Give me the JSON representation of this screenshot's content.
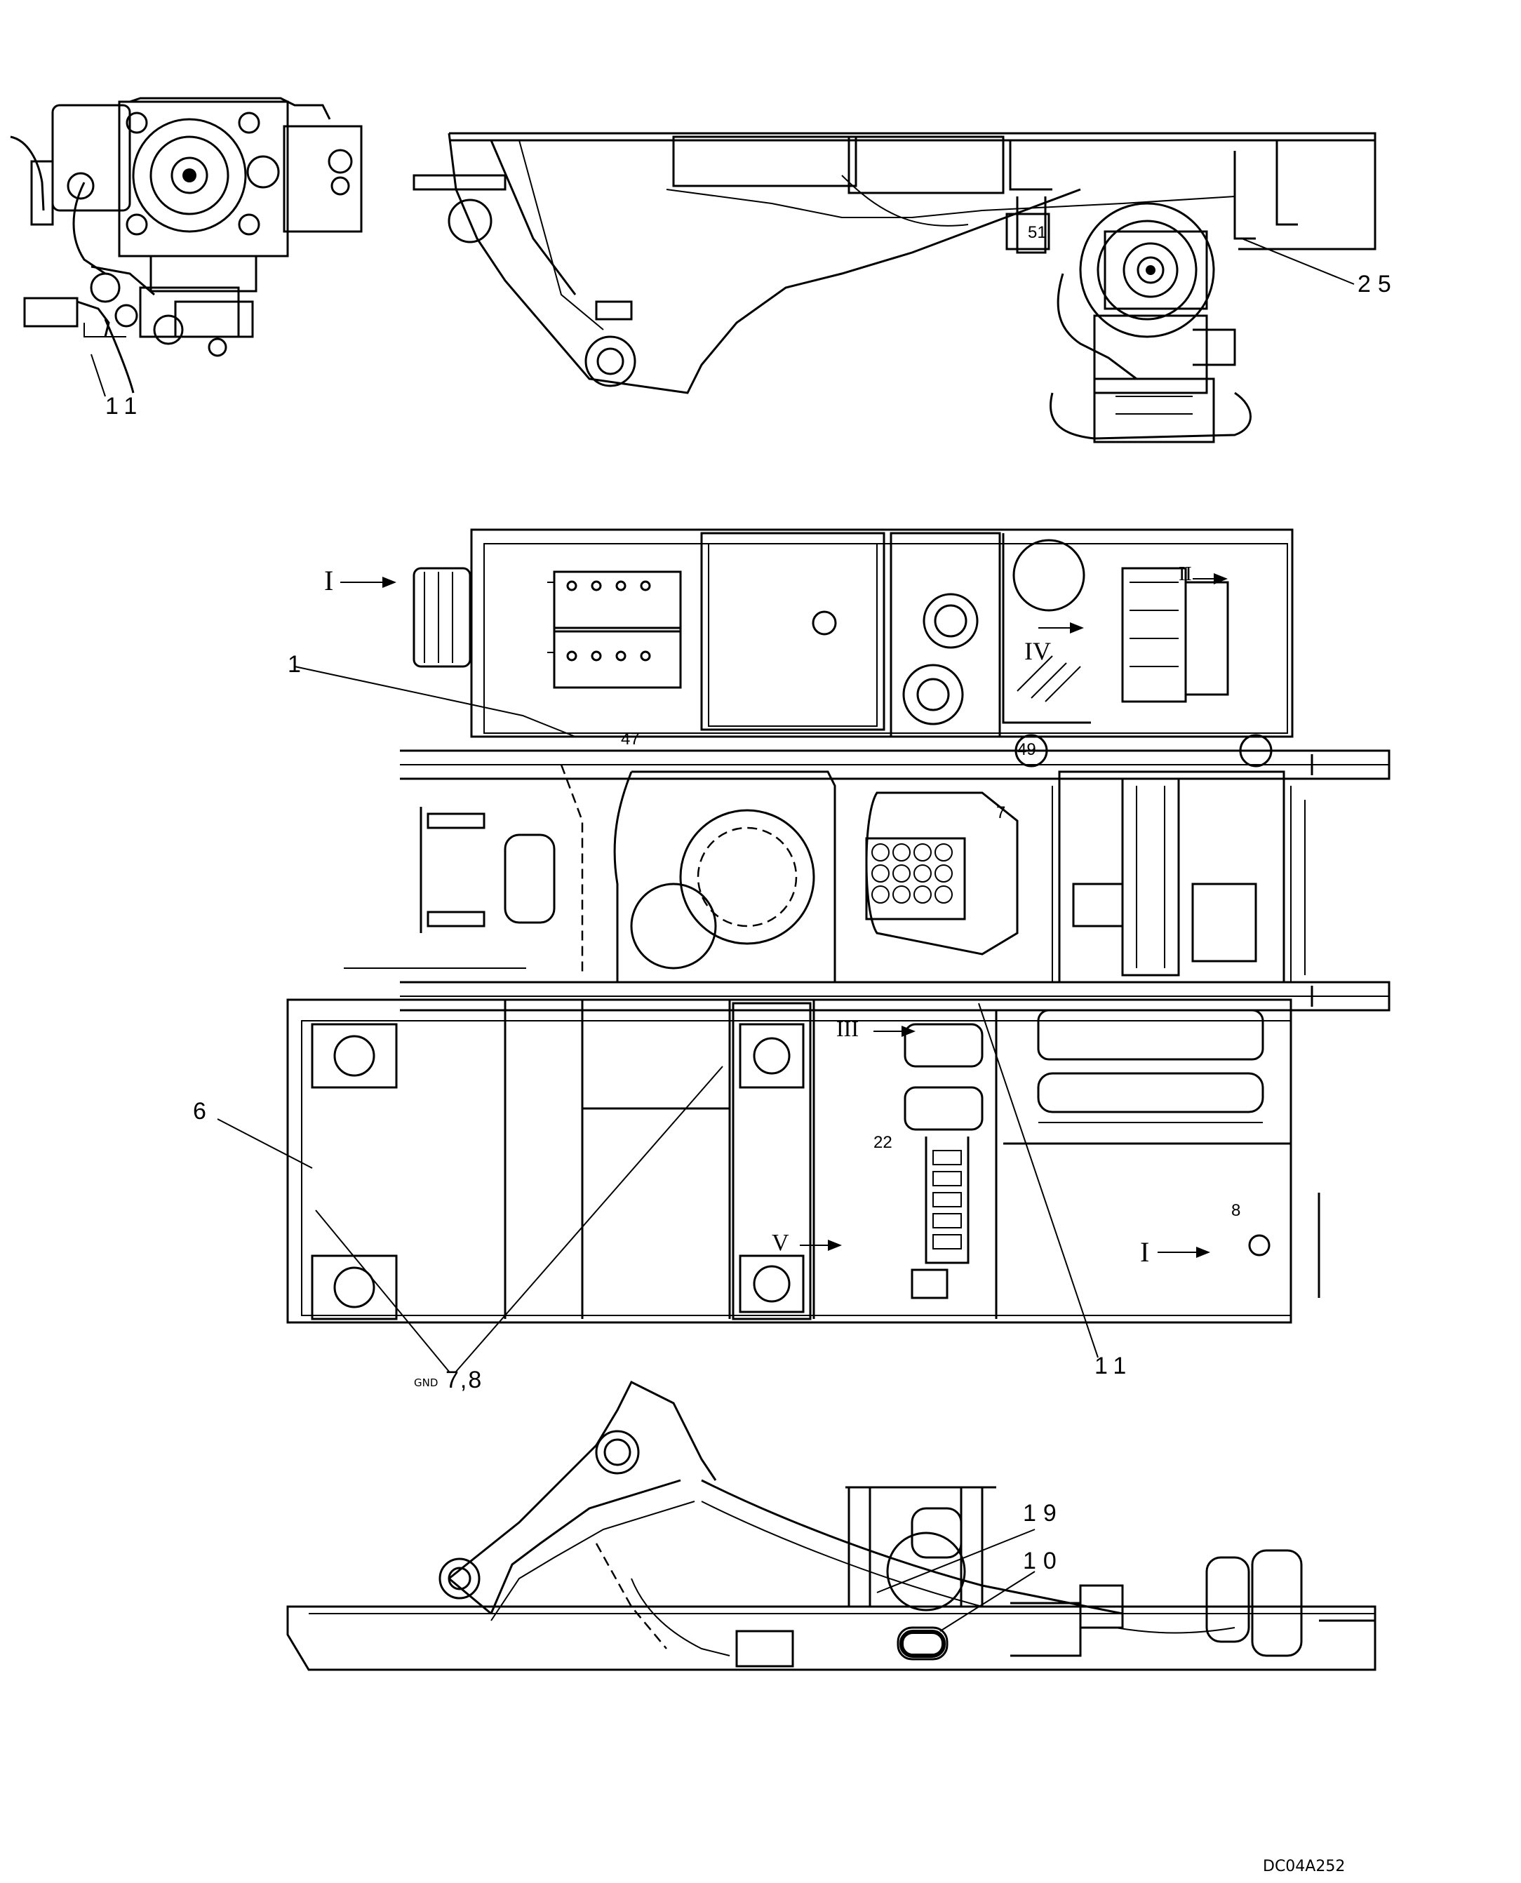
{
  "drawing_code": "DC04A252",
  "callouts": {
    "c11_top": "11",
    "c25": "25",
    "c1": "1",
    "c6": "6",
    "c78": "7,8",
    "c78_prefix": "GND",
    "c11_mid": "11",
    "c19": "19",
    "c10": "10"
  },
  "view_markers": {
    "I_top": "I",
    "I_bottom": "I",
    "II": "II",
    "III": "III",
    "IV": "IV",
    "V": "V"
  },
  "small_refs": {
    "r47": "47",
    "r49": "49",
    "r51": "51",
    "r22": "22",
    "r8": "8",
    "r7": "7"
  }
}
